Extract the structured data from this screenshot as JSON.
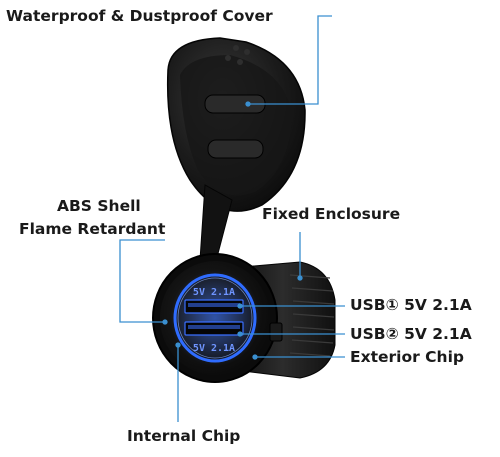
{
  "labels": {
    "cover": "Waterproof & Dustproof Cover",
    "abs_line1": "ABS Shell",
    "abs_line2": "Flame Retardant",
    "fixed": "Fixed Enclosure",
    "usb1": "USB① 5V 2.1A",
    "usb2": "USB② 5V 2.1A",
    "exterior": "Exterior Chip",
    "internal": "Internal Chip"
  },
  "port_markings": {
    "top": "5V 2.1A",
    "bottom": "5V 2.1A"
  },
  "colors": {
    "callout_line": "#3a8fd0",
    "led_blue": "#2f6cff",
    "body_black": "#141414",
    "label_text": "#1a1a1a"
  }
}
